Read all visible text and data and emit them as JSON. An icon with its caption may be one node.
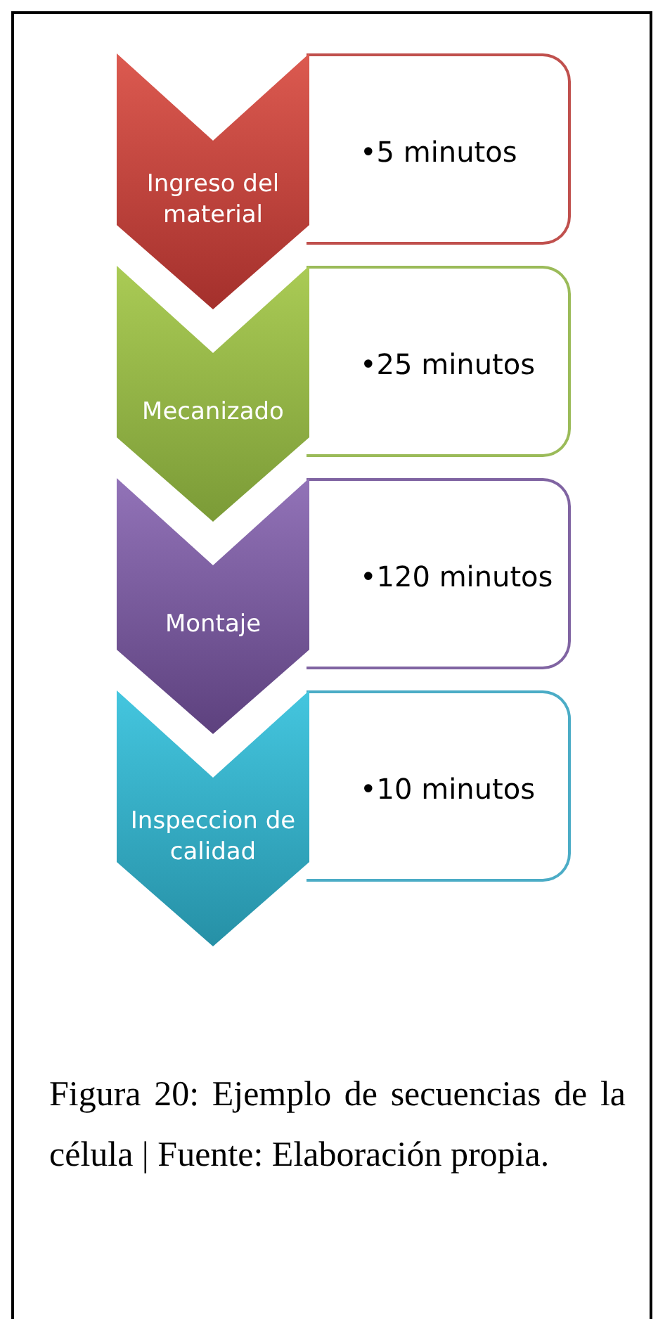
{
  "diagram": {
    "nodes": [
      {
        "text": [
          "Ingreso del material"
        ]
      },
      {
        "text": [
          "•5 minutos"
        ]
      },
      {
        "text": [
          "Mecanizado"
        ]
      },
      {
        "text": [
          "•25 minutos"
        ]
      },
      {
        "text": [
          "Montaje"
        ]
      },
      {
        "text": [
          "•120 minutos"
        ]
      },
      {
        "text": [
          "Inspeccion de calidad"
        ]
      },
      {
        "text": [
          "•10 minutos"
        ]
      }
    ],
    "caption": "Figura 20: Ejemplo de secuencias de la célula | Fuente: Elaboración propia."
  }
}
